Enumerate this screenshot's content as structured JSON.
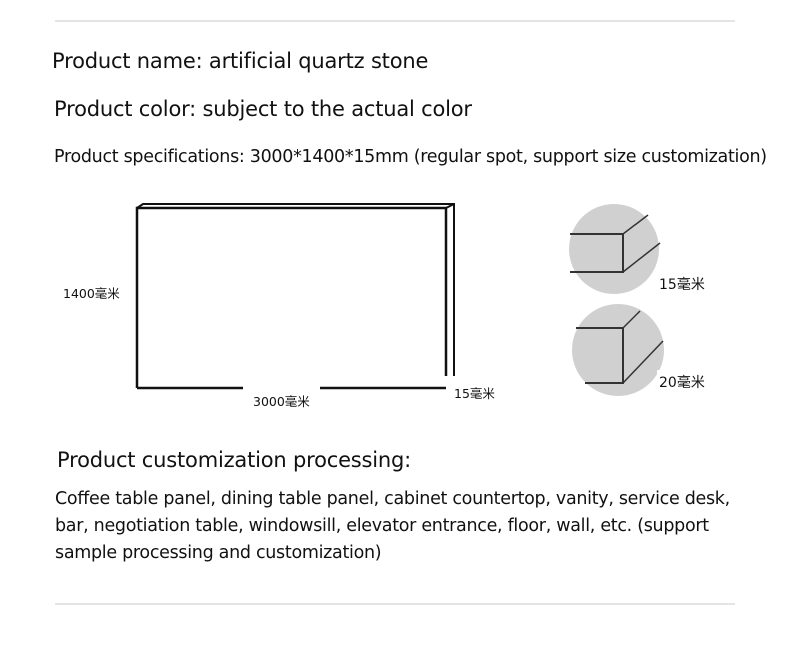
{
  "product_name": "Product name: artificial quartz stone",
  "product_color": "Product color: subject to the actual color",
  "product_specifications": "Product specifications: 3000*1400*15mm (regular spot, support size customization)",
  "diagram": {
    "height_label": "1400毫米",
    "width_label": "3000毫米",
    "thickness_label": "15毫米",
    "edge_options": [
      "15毫米",
      "20毫米"
    ]
  },
  "customization": {
    "heading": "Product customization processing:",
    "description": "Coffee table panel, dining table panel, cabinet countertop, vanity, service desk, bar, negotiation table, windowsill, elevator entrance, floor, wall, etc. (support sample processing and customization)"
  }
}
